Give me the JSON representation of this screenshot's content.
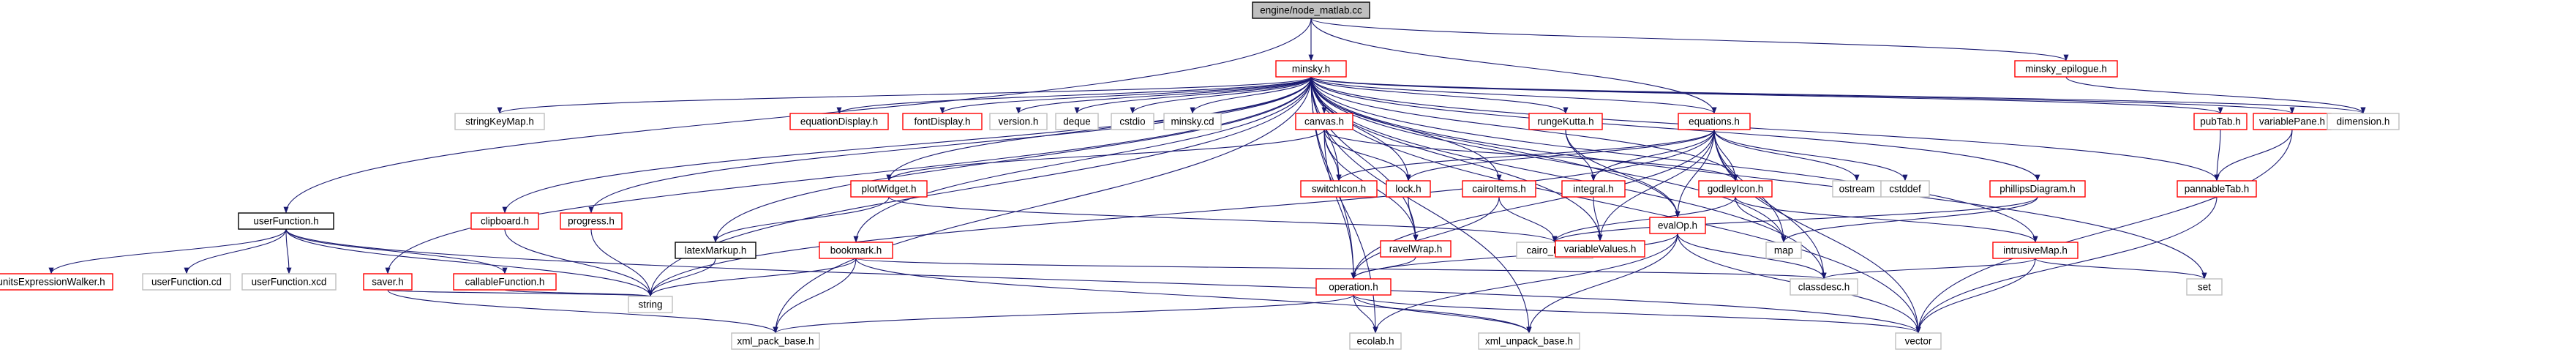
{
  "diagram": {
    "nodes": [
      {
        "id": "n_root",
        "label": "engine/node_matlab.cc",
        "style": "root"
      },
      {
        "id": "n_minsky",
        "label": "minsky.h",
        "style": "red"
      },
      {
        "id": "n_epilogue",
        "label": "minsky_epilogue.h",
        "style": "red"
      },
      {
        "id": "n_userfunc",
        "label": "userFunction.h",
        "style": "black"
      },
      {
        "id": "n_unitsexpr",
        "label": "unitsExpressionWalker.h",
        "style": "red"
      },
      {
        "id": "n_userfunccd",
        "label": "userFunction.cd",
        "style": "gray"
      },
      {
        "id": "n_userfuncxcd",
        "label": "userFunction.xcd",
        "style": "gray"
      },
      {
        "id": "n_callable",
        "label": "callableFunction.h",
        "style": "red"
      },
      {
        "id": "n_saver",
        "label": "saver.h",
        "style": "red"
      },
      {
        "id": "n_clipboard",
        "label": "clipboard.h",
        "style": "red"
      },
      {
        "id": "n_progress",
        "label": "progress.h",
        "style": "red"
      },
      {
        "id": "n_stringkeymap",
        "label": "stringKeyMap.h",
        "style": "gray"
      },
      {
        "id": "n_eqdisplay",
        "label": "equationDisplay.h",
        "style": "red"
      },
      {
        "id": "n_fontdisplay",
        "label": "fontDisplay.h",
        "style": "red"
      },
      {
        "id": "n_version",
        "label": "version.h",
        "style": "gray"
      },
      {
        "id": "n_deque",
        "label": "deque",
        "style": "gray"
      },
      {
        "id": "n_cstdio",
        "label": "cstdio",
        "style": "gray"
      },
      {
        "id": "n_minskycd",
        "label": "minsky.cd",
        "style": "gray"
      },
      {
        "id": "n_canvas",
        "label": "canvas.h",
        "style": "red"
      },
      {
        "id": "n_plotwidget",
        "label": "plotWidget.h",
        "style": "red"
      },
      {
        "id": "n_latex",
        "label": "latexMarkup.h",
        "style": "black"
      },
      {
        "id": "n_bookmark",
        "label": "bookmark.h",
        "style": "red"
      },
      {
        "id": "n_switchicon",
        "label": "switchIcon.h",
        "style": "red"
      },
      {
        "id": "n_lock",
        "label": "lock.h",
        "style": "red"
      },
      {
        "id": "n_ravelwrap",
        "label": "ravelWrap.h",
        "style": "red"
      },
      {
        "id": "n_cairoitems",
        "label": "cairoItems.h",
        "style": "red"
      },
      {
        "id": "n_cairobase",
        "label": "cairo_base.h",
        "style": "gray"
      },
      {
        "id": "n_rungekutta",
        "label": "rungeKutta.h",
        "style": "red"
      },
      {
        "id": "n_integral",
        "label": "integral.h",
        "style": "red"
      },
      {
        "id": "n_varvalues",
        "label": "variableValues.h",
        "style": "red"
      },
      {
        "id": "n_equations",
        "label": "equations.h",
        "style": "red"
      },
      {
        "id": "n_evalop",
        "label": "evalOp.h",
        "style": "red"
      },
      {
        "id": "n_godley",
        "label": "godleyIcon.h",
        "style": "red"
      },
      {
        "id": "n_map",
        "label": "map",
        "style": "gray"
      },
      {
        "id": "n_ostream",
        "label": "ostream",
        "style": "gray"
      },
      {
        "id": "n_cstddef",
        "label": "cstddef",
        "style": "gray"
      },
      {
        "id": "n_phillips",
        "label": "phillipsDiagram.h",
        "style": "red"
      },
      {
        "id": "n_intrusive",
        "label": "intrusiveMap.h",
        "style": "red"
      },
      {
        "id": "n_classdesc",
        "label": "classdesc.h",
        "style": "gray"
      },
      {
        "id": "n_pubtab",
        "label": "pubTab.h",
        "style": "red"
      },
      {
        "id": "n_varpane",
        "label": "variablePane.h",
        "style": "red"
      },
      {
        "id": "n_pannable",
        "label": "pannableTab.h",
        "style": "red"
      },
      {
        "id": "n_dimension",
        "label": "dimension.h",
        "style": "gray"
      },
      {
        "id": "n_operation",
        "label": "operation.h",
        "style": "red"
      },
      {
        "id": "n_string",
        "label": "string",
        "style": "gray"
      },
      {
        "id": "n_xmlpack",
        "label": "xml_pack_base.h",
        "style": "gray"
      },
      {
        "id": "n_ecolab",
        "label": "ecolab.h",
        "style": "gray"
      },
      {
        "id": "n_xmlunpack",
        "label": "xml_unpack_base.h",
        "style": "gray"
      },
      {
        "id": "n_vector",
        "label": "vector",
        "style": "gray"
      },
      {
        "id": "n_set",
        "label": "set",
        "style": "gray"
      }
    ],
    "edges": [
      [
        "n_root",
        "n_minsky"
      ],
      [
        "n_root",
        "n_epilogue"
      ],
      [
        "n_root",
        "n_userfunc"
      ],
      [
        "n_root",
        "n_equations"
      ],
      [
        "n_epilogue",
        "n_dimension"
      ],
      [
        "n_userfunc",
        "n_unitsexpr"
      ],
      [
        "n_userfunc",
        "n_userfunccd"
      ],
      [
        "n_userfunc",
        "n_userfuncxcd"
      ],
      [
        "n_userfunc",
        "n_callable"
      ],
      [
        "n_userfunc",
        "n_string"
      ],
      [
        "n_userfunc",
        "n_vector"
      ],
      [
        "n_callable",
        "n_string"
      ],
      [
        "n_minsky",
        "n_saver"
      ],
      [
        "n_minsky",
        "n_clipboard"
      ],
      [
        "n_minsky",
        "n_progress"
      ],
      [
        "n_minsky",
        "n_stringkeymap"
      ],
      [
        "n_minsky",
        "n_eqdisplay"
      ],
      [
        "n_minsky",
        "n_fontdisplay"
      ],
      [
        "n_minsky",
        "n_version"
      ],
      [
        "n_minsky",
        "n_deque"
      ],
      [
        "n_minsky",
        "n_cstdio"
      ],
      [
        "n_minsky",
        "n_minskycd"
      ],
      [
        "n_minsky",
        "n_canvas"
      ],
      [
        "n_minsky",
        "n_plotwidget"
      ],
      [
        "n_minsky",
        "n_latex"
      ],
      [
        "n_minsky",
        "n_bookmark"
      ],
      [
        "n_minsky",
        "n_switchicon"
      ],
      [
        "n_minsky",
        "n_lock"
      ],
      [
        "n_minsky",
        "n_ravelwrap"
      ],
      [
        "n_minsky",
        "n_cairoitems"
      ],
      [
        "n_minsky",
        "n_rungekutta"
      ],
      [
        "n_minsky",
        "n_equations"
      ],
      [
        "n_minsky",
        "n_godley"
      ],
      [
        "n_minsky",
        "n_varvalues"
      ],
      [
        "n_minsky",
        "n_evalop"
      ],
      [
        "n_minsky",
        "n_operation"
      ],
      [
        "n_minsky",
        "n_phillips"
      ],
      [
        "n_minsky",
        "n_intrusive"
      ],
      [
        "n_minsky",
        "n_classdesc"
      ],
      [
        "n_minsky",
        "n_pubtab"
      ],
      [
        "n_minsky",
        "n_varpane"
      ],
      [
        "n_minsky",
        "n_pannable"
      ],
      [
        "n_minsky",
        "n_dimension"
      ],
      [
        "n_minsky",
        "n_string"
      ],
      [
        "n_minsky",
        "n_xmlpack"
      ],
      [
        "n_minsky",
        "n_ecolab"
      ],
      [
        "n_minsky",
        "n_xmlunpack"
      ],
      [
        "n_minsky",
        "n_set"
      ],
      [
        "n_minsky",
        "n_vector"
      ],
      [
        "n_minsky",
        "n_map"
      ],
      [
        "n_saver",
        "n_string"
      ],
      [
        "n_saver",
        "n_xmlpack"
      ],
      [
        "n_clipboard",
        "n_string"
      ],
      [
        "n_progress",
        "n_string"
      ],
      [
        "n_canvas",
        "n_plotwidget"
      ],
      [
        "n_canvas",
        "n_switchicon"
      ],
      [
        "n_canvas",
        "n_lock"
      ],
      [
        "n_canvas",
        "n_godley"
      ],
      [
        "n_canvas",
        "n_operation"
      ],
      [
        "n_canvas",
        "n_ravelwrap"
      ],
      [
        "n_plotwidget",
        "n_latex"
      ],
      [
        "n_plotwidget",
        "n_cairobase"
      ],
      [
        "n_latex",
        "n_string"
      ],
      [
        "n_bookmark",
        "n_string"
      ],
      [
        "n_bookmark",
        "n_xmlpack"
      ],
      [
        "n_bookmark",
        "n_xmlunpack"
      ],
      [
        "n_bookmark",
        "n_classdesc"
      ],
      [
        "n_lock",
        "n_ravelwrap"
      ],
      [
        "n_ravelwrap",
        "n_operation"
      ],
      [
        "n_cairoitems",
        "n_operation"
      ],
      [
        "n_cairoitems",
        "n_cairobase"
      ],
      [
        "n_rungekutta",
        "n_integral"
      ],
      [
        "n_rungekutta",
        "n_evalop"
      ],
      [
        "n_integral",
        "n_varvalues"
      ],
      [
        "n_equations",
        "n_integral"
      ],
      [
        "n_equations",
        "n_godley"
      ],
      [
        "n_equations",
        "n_evalop"
      ],
      [
        "n_equations",
        "n_map"
      ],
      [
        "n_equations",
        "n_ostream"
      ],
      [
        "n_equations",
        "n_cstddef"
      ],
      [
        "n_equations",
        "n_classdesc"
      ],
      [
        "n_equations",
        "n_vector"
      ],
      [
        "n_equations",
        "n_switchicon"
      ],
      [
        "n_equations",
        "n_lock"
      ],
      [
        "n_equations",
        "n_varvalues"
      ],
      [
        "n_equations",
        "n_operation"
      ],
      [
        "n_equations",
        "n_string"
      ],
      [
        "n_godley",
        "n_cairobase"
      ],
      [
        "n_godley",
        "n_map"
      ],
      [
        "n_godley",
        "n_intrusive"
      ],
      [
        "n_evalop",
        "n_operation"
      ],
      [
        "n_evalop",
        "n_ecolab"
      ],
      [
        "n_evalop",
        "n_xmlunpack"
      ],
      [
        "n_evalop",
        "n_vector"
      ],
      [
        "n_evalop",
        "n_classdesc"
      ],
      [
        "n_phillips",
        "n_map"
      ],
      [
        "n_phillips",
        "n_cairobase"
      ],
      [
        "n_intrusive",
        "n_classdesc"
      ],
      [
        "n_intrusive",
        "n_vector"
      ],
      [
        "n_intrusive",
        "n_set"
      ],
      [
        "n_pubtab",
        "n_pannable"
      ],
      [
        "n_varpane",
        "n_pannable"
      ],
      [
        "n_varpane",
        "n_vector"
      ],
      [
        "n_pannable",
        "n_vector"
      ],
      [
        "n_operation",
        "n_xmlpack"
      ],
      [
        "n_operation",
        "n_ecolab"
      ],
      [
        "n_operation",
        "n_xmlunpack"
      ],
      [
        "n_operation",
        "n_vector"
      ]
    ]
  }
}
